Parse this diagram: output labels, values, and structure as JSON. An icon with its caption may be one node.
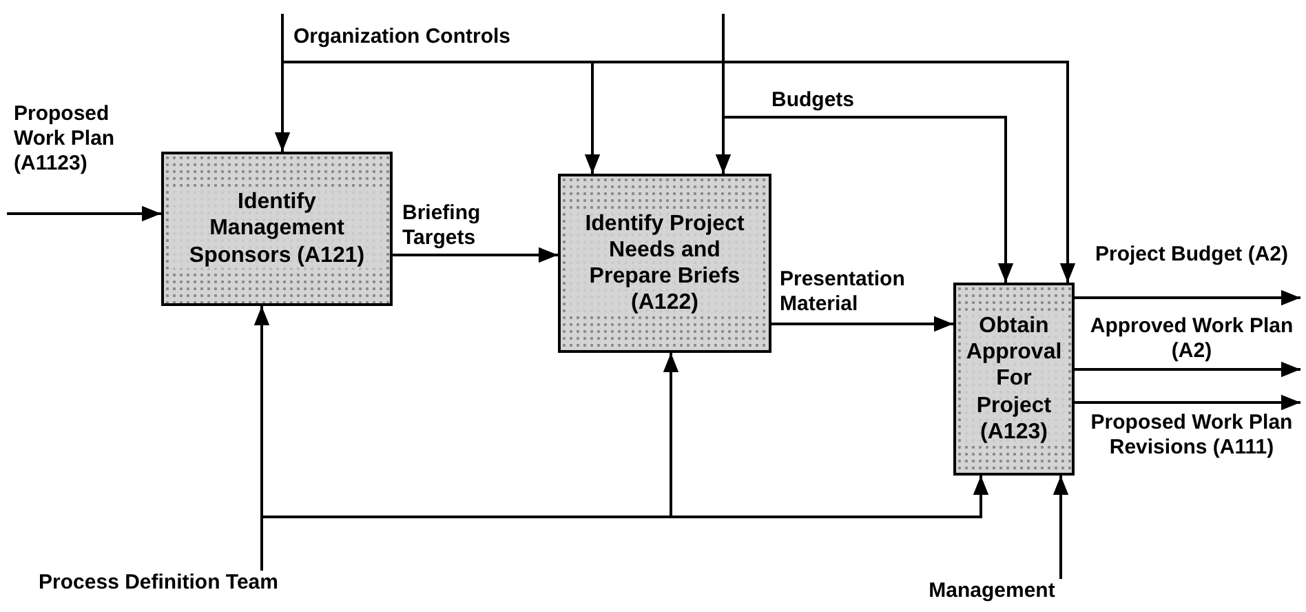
{
  "diagram": {
    "nodes": [
      {
        "text": [
          "Identify Management Sponsors (A121)"
        ]
      },
      {
        "text": [
          "Identify Project Needs and Prepare Briefs (A122)"
        ]
      },
      {
        "text": [
          "Obtain Approval For Project (A123)"
        ]
      },
      {
        "text": [
          "Process Definition Team"
        ]
      },
      {
        "text": [
          "Management"
        ]
      }
    ],
    "edges": [
      {
        "from": null,
        "to": 0,
        "arrow": "to",
        "label": "Organization Controls"
      },
      {
        "from": null,
        "to": 1,
        "arrow": "to"
      },
      {
        "from": null,
        "to": 2,
        "arrow": "to"
      },
      {
        "from": null,
        "to": 1,
        "arrow": "to"
      },
      {
        "from": null,
        "to": 2,
        "arrow": "to",
        "label": "Budgets"
      },
      {
        "from": null,
        "to": 0,
        "arrow": "to",
        "label": "Proposed Work Plan (A1123)"
      },
      {
        "from": 0,
        "to": 1,
        "arrow": "to",
        "label": "Briefing Targets"
      },
      {
        "from": 1,
        "to": 2,
        "arrow": "to",
        "label": "Presentation Material"
      },
      {
        "from": 2,
        "to": null,
        "arrow": "to",
        "label": "Project Budget (A2)"
      },
      {
        "from": 2,
        "to": null,
        "arrow": "to",
        "label": "Approved Work Plan (A2)"
      },
      {
        "from": 2,
        "to": null,
        "arrow": "to",
        "label": "Proposed Work Plan Revisions (A111)"
      },
      {
        "from": 3,
        "to": 0,
        "arrow": "to"
      },
      {
        "from": 3,
        "to": 1,
        "arrow": "to"
      },
      {
        "from": 3,
        "to": 2,
        "arrow": "to"
      },
      {
        "from": 4,
        "to": 2,
        "arrow": "to"
      }
    ]
  }
}
